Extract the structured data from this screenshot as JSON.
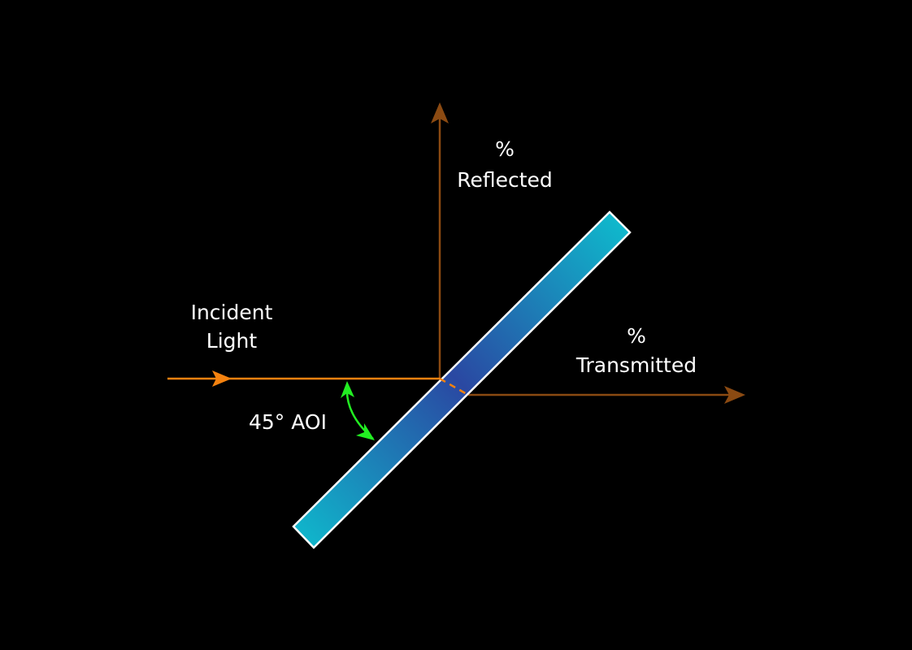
{
  "labels": {
    "reflected_percent": "%",
    "reflected": "Reflected",
    "incident_line1": "Incident",
    "incident_line2": "Light",
    "transmitted_percent": "%",
    "transmitted": "Transmitted",
    "angle": "45° AOI"
  },
  "colors": {
    "background": "#000000",
    "incident_beam": "#f5820f",
    "output_beams": "#8b4a12",
    "angle_arrow": "#22ee22",
    "plate_edge": "#1ab3c8",
    "plate_center": "#2a4aa0",
    "plate_outline": "#ffffff"
  }
}
